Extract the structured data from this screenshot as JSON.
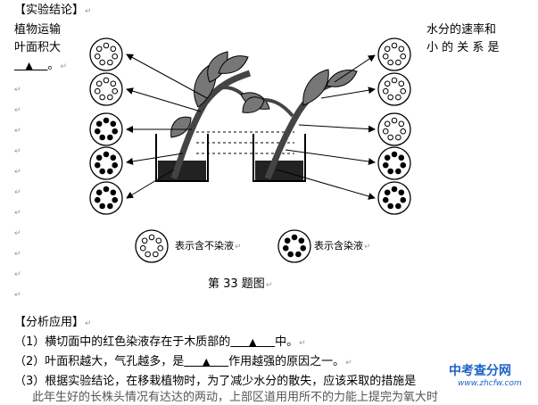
{
  "section1": {
    "title": "【实验结论】"
  },
  "conclusion": {
    "left1": "植物运输",
    "left2": "叶面积大",
    "right1": "水分的速率和",
    "right2": "小 的 关 系 是",
    "blank_tri": "▲",
    "end": "。"
  },
  "legend": {
    "no_dye": "表示含不染液",
    "with_dye": "表示含染液"
  },
  "figure_caption": "第 33 题图",
  "section2": {
    "title": "【分析应用】"
  },
  "questions": {
    "q1_pre": "（1）横切面中的红色染液存在于木质部的",
    "q1_post": "中。",
    "q2_pre": "（2）叶面积越大，气孔越多，是",
    "q2_post": "作用越强的原因之一。",
    "q3": "（3）根据实验结论，在移栽植物时，为了减少水分的散失，应该采取的措施是",
    "q4": "此年生好的长株头情况有达达的两动，上部区道用用所不的力能上提完为氧大时"
  },
  "tri": "▲",
  "para_mark": "↵",
  "watermark": {
    "title": "中考查分网",
    "url": "www.zhcfw.com"
  },
  "icons": {
    "paragraph": "paragraph-mark-icon",
    "triangle": "triangle-blank-icon"
  }
}
